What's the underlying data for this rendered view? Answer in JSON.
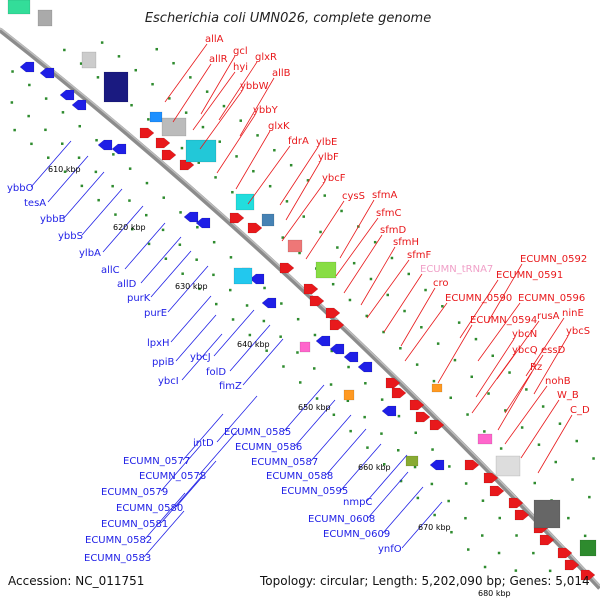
{
  "title": "Escherichia coli UMN026, complete genome",
  "footer": {
    "accession": "Accession: NC_011751",
    "summary": "Topology: circular; Length: 5,202,090 bp; Genes: 5,014"
  },
  "colors": {
    "backbone": "#8c8c8c",
    "forward_genes": "#e8191c",
    "reverse_genes": "#1f1fe6",
    "rna_genes": "#f0a0c8",
    "dots": "#2e8b2e"
  },
  "ticks": [
    {
      "label": "610 kbp"
    },
    {
      "label": "620 kbp"
    },
    {
      "label": "630 kbp"
    },
    {
      "label": "640 kbp"
    },
    {
      "label": "650 kbp"
    },
    {
      "label": "660 kbp"
    },
    {
      "label": "670 kbp"
    },
    {
      "label": "680 kbp"
    }
  ],
  "genes_right": [
    "allA",
    "allR",
    "gcl",
    "hyi",
    "glxR",
    "allB",
    "ybbW",
    "ybbY",
    "glxK",
    "fdrA",
    "ylbE",
    "ylbF",
    "ybcF",
    "cysS",
    "sfmA",
    "sfmC",
    "sfmD",
    "sfmH",
    "sfmF",
    "ECUMN_tRNA7",
    "cro",
    "ECUMN_0590",
    "ECUMN_0591",
    "ECUMN_0592",
    "ECUMN_0596",
    "ninE",
    "ECUMN_0594",
    "rusA",
    "ybcN",
    "ybcS",
    "ybcQ",
    "essD",
    "Rz",
    "nohB",
    "W_B",
    "C_D"
  ],
  "genes_left": [
    "ybbO",
    "tesA",
    "ybbB",
    "ybbS",
    "ylbA",
    "allC",
    "allD",
    "purK",
    "purE",
    "lpxH",
    "ppiB",
    "ybcJ",
    "folD",
    "ybcI",
    "fimZ",
    "intD",
    "ECUMN_0585",
    "ECUMN_0586",
    "ECUMN_0587",
    "ECUMN_0588",
    "ECUMN_0595",
    "ECUMN_0577",
    "ECUMN_0578",
    "ECUMN_0579",
    "ECUMN_0580",
    "ECUMN_0581",
    "ECUMN_0582",
    "ECUMN_0583",
    "nmpC",
    "ECUMN_0608",
    "ECUMN_0609",
    "ynfO"
  ]
}
